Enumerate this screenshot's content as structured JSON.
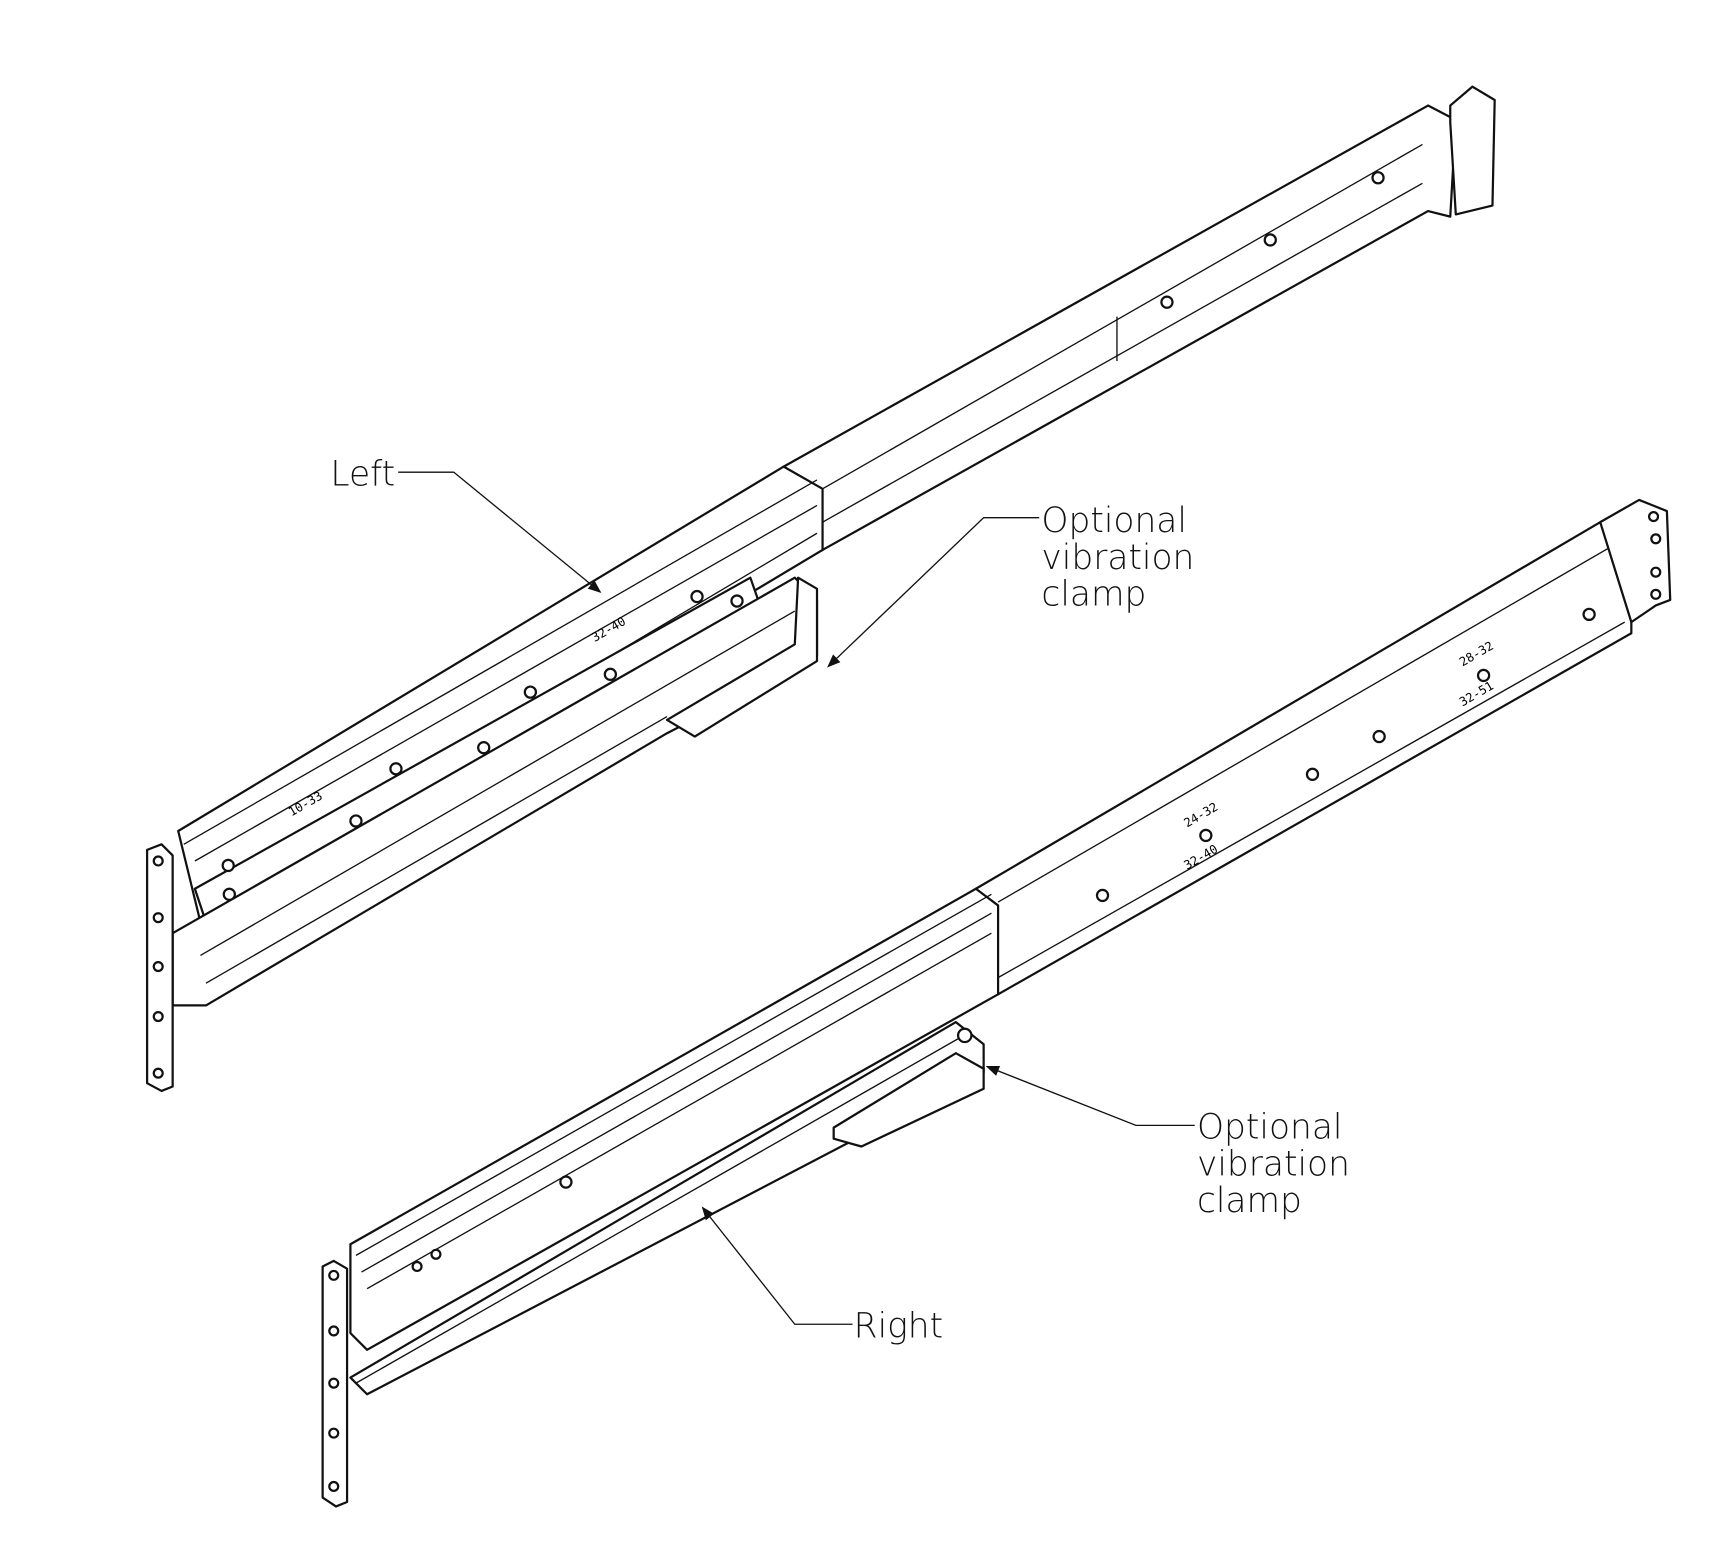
{
  "labels": {
    "left": "Left",
    "right": "Right",
    "clamp_top": [
      "Optional",
      "vibration",
      "clamp"
    ],
    "clamp_bottom": [
      "Optional",
      "vibration",
      "clamp"
    ]
  },
  "rail_markings": {
    "left": [
      "10-33",
      "32-40"
    ],
    "right": [
      "24-32",
      "32-40",
      "28-32",
      "32-51"
    ]
  }
}
